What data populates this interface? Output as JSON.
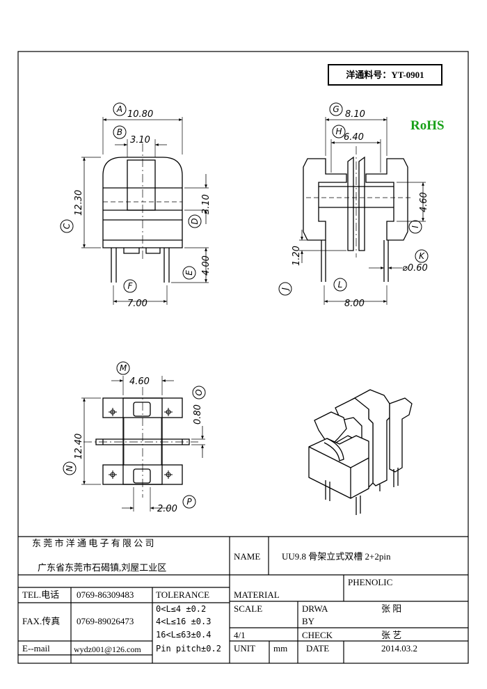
{
  "part_number": "洋通料号：YT-0901",
  "rohs": "RoHS",
  "dimensions": {
    "A": "10.80",
    "B": "3.10",
    "C": "12.30",
    "D": "3.10",
    "E": "4.00",
    "F": "7.00",
    "G": "8.10",
    "H": "6.40",
    "I": "4.60",
    "J": "1.20",
    "K": "⌀0.60",
    "L": "8.00",
    "M": "4.60",
    "N": "12.40",
    "O": "0.80",
    "P": "2.00"
  },
  "labels": [
    "A",
    "B",
    "C",
    "D",
    "E",
    "F",
    "G",
    "H",
    "I",
    "J",
    "K",
    "L",
    "M",
    "N",
    "O",
    "P"
  ],
  "title_block": {
    "company": "东 莞 市 洋 通 电 子 有 限 公 司",
    "address": "广东省东莞市石碣镇,刘屋工业区",
    "name_label": "NAME",
    "name_value": "UU9.8 骨架立式双槽 2+2pin",
    "tel_label": "TEL.电话",
    "tel_value": "0769-86309483",
    "fax_label": "FAX.传真",
    "fax_value": "0769-89026473",
    "email_label": "E--mail",
    "email_value": "wydz001@126.com",
    "tolerance_label": "TOLERANCE",
    "tolerance_rows": [
      "0<L≤4   ±0.2",
      "4<L≤16  ±0.3",
      "16<L≤63±0.4",
      "Pin pitch±0.2"
    ],
    "material_label": "MATERIAL",
    "material_value": "PHENOLIC",
    "scale_label": "SCALE",
    "scale_value": "4/1",
    "unit_label": "UNIT",
    "unit_value": "mm",
    "drwa_label": "DRWA",
    "by_label": "BY",
    "drwa_value": "张 阳",
    "check_label": "CHECK",
    "check_value": "张 艺",
    "date_label": "DATE",
    "date_value": "2014.03.2"
  }
}
